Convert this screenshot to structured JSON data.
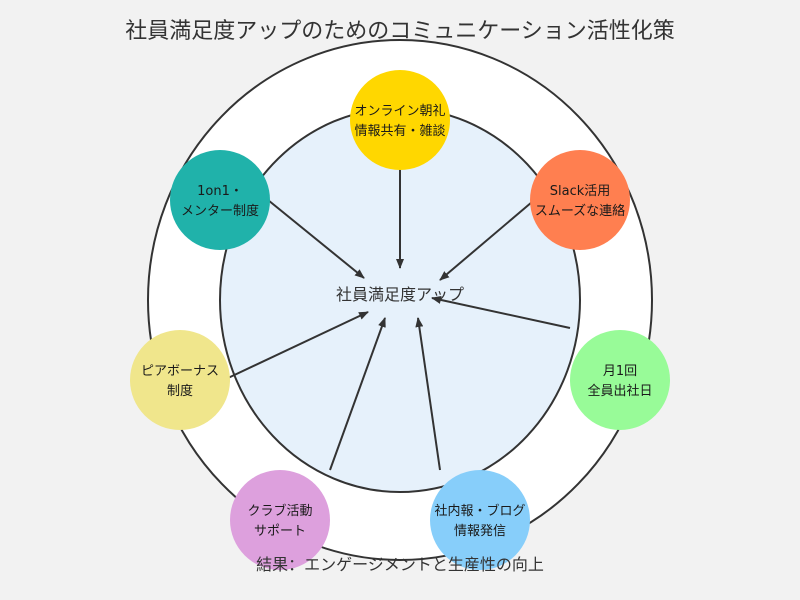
{
  "title": "社員満足度アップのためのコミュニケーション活性化策",
  "center_label": "社員満足度アップ",
  "result": "結果：エンゲージメントと生産性の向上",
  "colors": {
    "background": "#f2f2f2",
    "outer_ring_fill": "#ffffff",
    "inner_circle_fill": "#e6f1fb",
    "ring_stroke": "#333333",
    "arrow": "#333333"
  },
  "nodes": [
    {
      "id": "morning",
      "lines": [
        "オンライン朝礼",
        "情報共有・雑談"
      ],
      "color": "#ffd700"
    },
    {
      "id": "slack",
      "lines": [
        "Slack活用",
        "スムーズな連絡"
      ],
      "color": "#ff7f50"
    },
    {
      "id": "monthly",
      "lines": [
        "月1回",
        "全員出社日"
      ],
      "color": "#98fb98"
    },
    {
      "id": "newsletter",
      "lines": [
        "社内報・ブログ",
        "情報発信"
      ],
      "color": "#87cefa"
    },
    {
      "id": "club",
      "lines": [
        "クラブ活動",
        "サポート"
      ],
      "color": "#dda0dd"
    },
    {
      "id": "peer-bonus",
      "lines": [
        "ピアボーナス",
        "制度"
      ],
      "color": "#f0e68c"
    },
    {
      "id": "1on1",
      "lines": [
        "1on1・",
        "メンター制度"
      ],
      "color": "#20b2aa"
    }
  ]
}
